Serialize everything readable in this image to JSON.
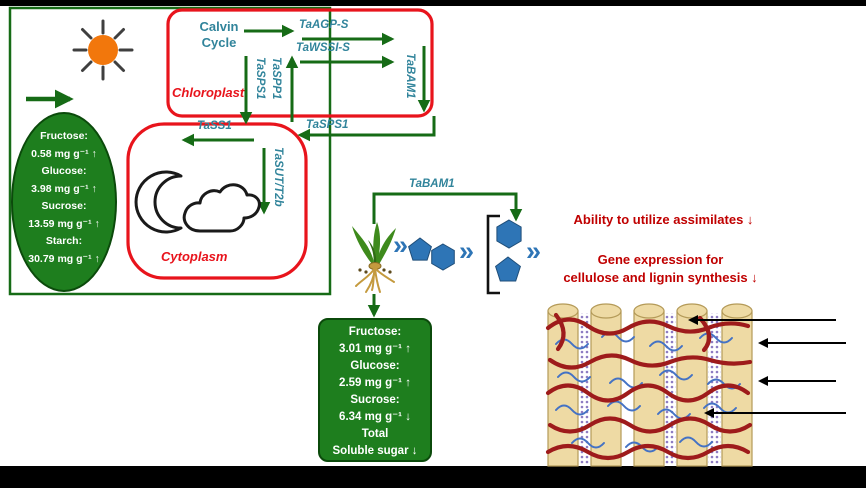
{
  "colors": {
    "line_green": "#166b16",
    "fill_green": "#1e7e1e",
    "outline_red": "#e8141c",
    "text_red": "#c00000",
    "gene_blue": "#31849b",
    "shape_blue": "#2e75b6",
    "sun_orange": "#f2770c",
    "fibril_tan": "#eedaa4",
    "lignin_red": "#9e1b1b",
    "hemicellulose_blue": "#4472c4",
    "pectin_purple": "#8d7cc2"
  },
  "diagram": {
    "calvin_line1": "Calvin",
    "calvin_line2": "Cycle",
    "chloroplast_label": "Chloroplast",
    "cytoplasm_label": "Cytoplasm",
    "genes": {
      "agp": "TaAGP-S",
      "wssi": "TaWSSI-S",
      "bam_chloroplast": "TaBAM1",
      "sps_vertical": "TaSPS1",
      "spp_vertical": "TaSPP1",
      "ss1": "TaSS1",
      "sps_horizontal": "TaSPS1",
      "sut": "TaSUT/T2b",
      "bam_horizontal": "TaBAM1"
    },
    "leaf_stats": [
      "Fructose:",
      "0.58 mg g⁻¹ ↑",
      "Glucose:",
      "3.98 mg g⁻¹ ↑",
      "Sucrose:",
      "13.59 mg g⁻¹ ↑",
      "Starch:",
      "30.79 mg g⁻¹ ↑"
    ],
    "sink_stats": [
      "Fructose:",
      "3.01 mg g⁻¹ ↑",
      "Glucose:",
      "2.59 mg g⁻¹ ↑",
      "Sucrose:",
      "6.34 mg g⁻¹ ↓",
      "Total",
      "Soluble sugar ↓"
    ],
    "effects": {
      "line1": "Ability to utilize assimilates ↓",
      "line2": "Gene expression for",
      "line3": "cellulose and lignin synthesis ↓"
    },
    "chevron": "»"
  }
}
